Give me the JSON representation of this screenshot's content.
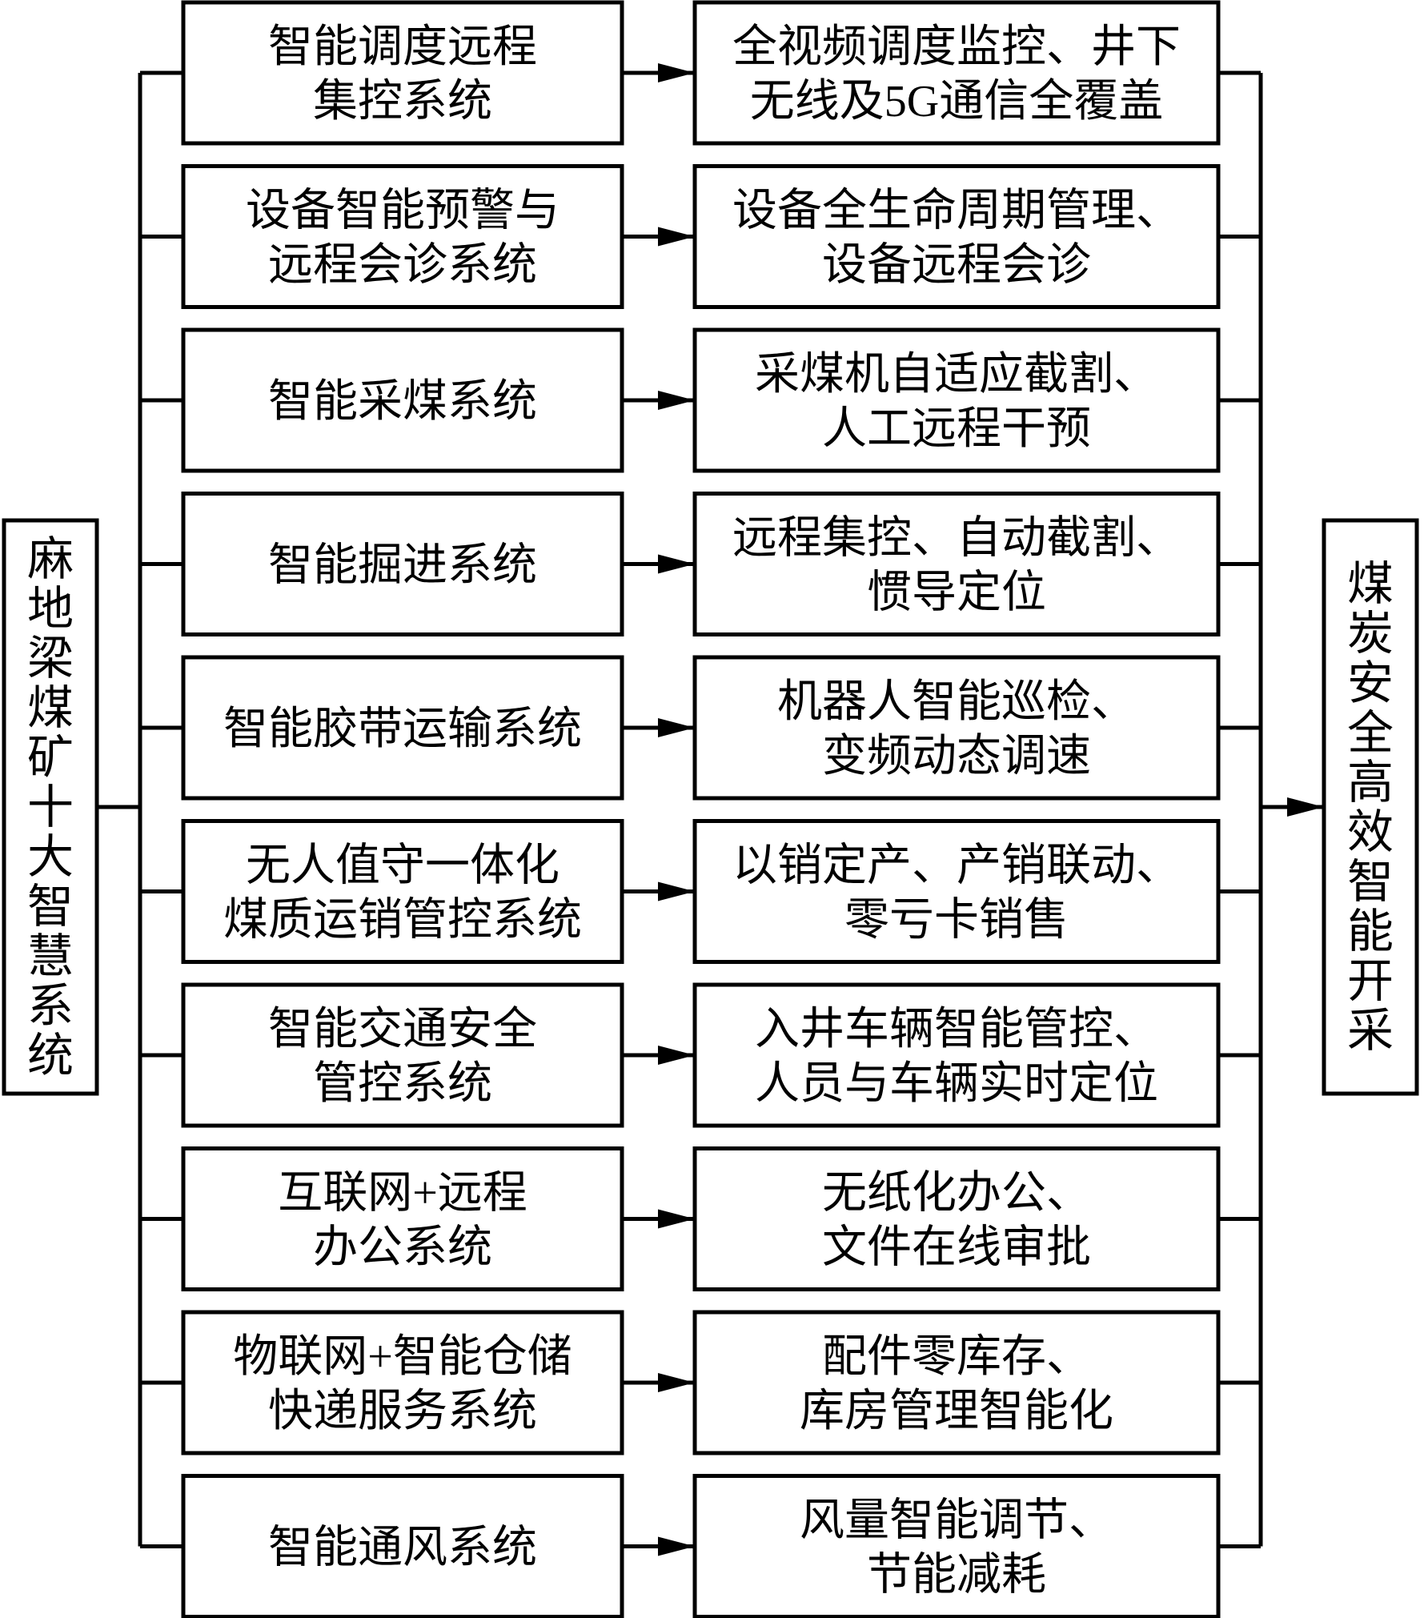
{
  "left_title": "麻地梁煤矿十大智慧系统",
  "right_title": "煤炭安全高效智能开采",
  "rows": [
    {
      "system": [
        "智能调度远程",
        "集控系统"
      ],
      "outcome": [
        "全视频调度监控、井下",
        "无线及5G通信全覆盖"
      ]
    },
    {
      "system": [
        "设备智能预警与",
        "远程会诊系统"
      ],
      "outcome": [
        "设备全生命周期管理、",
        "设备远程会诊"
      ]
    },
    {
      "system": [
        "智能采煤系统"
      ],
      "outcome": [
        "采煤机自适应截割、",
        "人工远程干预"
      ]
    },
    {
      "system": [
        "智能掘进系统"
      ],
      "outcome": [
        "远程集控、自动截割、",
        "惯导定位"
      ]
    },
    {
      "system": [
        "智能胶带运输系统"
      ],
      "outcome": [
        "机器人智能巡检、",
        "变频动态调速"
      ]
    },
    {
      "system": [
        "无人值守一体化",
        "煤质运销管控系统"
      ],
      "outcome": [
        "以销定产、产销联动、",
        "零亏卡销售"
      ]
    },
    {
      "system": [
        "智能交通安全",
        "管控系统"
      ],
      "outcome": [
        "入井车辆智能管控、",
        "人员与车辆实时定位"
      ]
    },
    {
      "system": [
        "互联网+远程",
        "办公系统"
      ],
      "outcome": [
        "无纸化办公、",
        "文件在线审批"
      ]
    },
    {
      "system": [
        "物联网+智能仓储",
        "快递服务系统"
      ],
      "outcome": [
        "配件零库存、",
        "库房管理智能化"
      ]
    },
    {
      "system": [
        "智能通风系统"
      ],
      "outcome": [
        "风量智能调节、",
        "节能减耗"
      ]
    }
  ]
}
